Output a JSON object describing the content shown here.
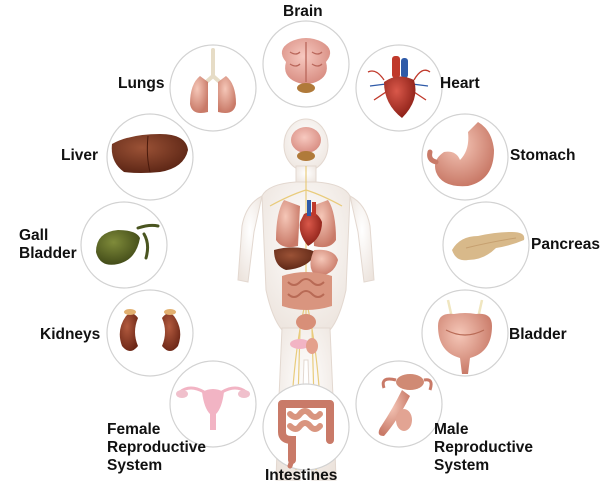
{
  "organs": [
    {
      "id": "brain",
      "label": "Brain",
      "icon": "brain-icon"
    },
    {
      "id": "heart",
      "label": "Heart",
      "icon": "heart-icon"
    },
    {
      "id": "stomach",
      "label": "Stomach",
      "icon": "stomach-icon"
    },
    {
      "id": "pancreas",
      "label": "Pancreas",
      "icon": "pancreas-icon"
    },
    {
      "id": "bladder",
      "label": "Bladder",
      "icon": "bladder-icon"
    },
    {
      "id": "male-reproductive",
      "label": "Male\nReproductive\nSystem",
      "icon": "male-reproductive-icon"
    },
    {
      "id": "intestines",
      "label": "Intestines",
      "icon": "intestines-icon"
    },
    {
      "id": "female-reproductive",
      "label": "Female\nReproductive\nSystem",
      "icon": "female-reproductive-icon"
    },
    {
      "id": "kidneys",
      "label": "Kidneys",
      "icon": "kidneys-icon"
    },
    {
      "id": "gall-bladder",
      "label": "Gall\nBladder",
      "icon": "gall-bladder-icon"
    },
    {
      "id": "liver",
      "label": "Liver",
      "icon": "liver-icon"
    },
    {
      "id": "lungs",
      "label": "Lungs",
      "icon": "lungs-icon"
    }
  ],
  "colors": {
    "circle_border": "#d2d2d2",
    "body_skin": "#f2ece6",
    "organ_red": "#c0392b",
    "organ_flesh": "#d9897a",
    "liver_brown": "#7a3a25",
    "gall_green": "#5d6b2a",
    "pancreas_tan": "#d8b98a",
    "nerve_yellow": "#e8c870"
  }
}
